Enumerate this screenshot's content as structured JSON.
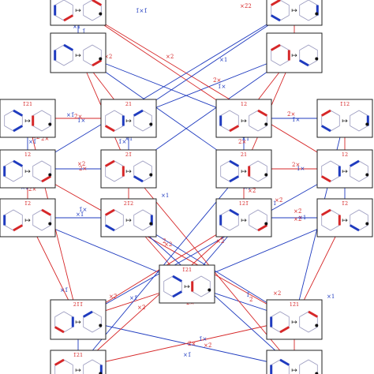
{
  "colors": {
    "red": "#d62728",
    "blue": "#1f3bbf",
    "frame": "#222222"
  },
  "nodes": [
    {
      "id": "top-left",
      "label": ""
    },
    {
      "id": "top-right",
      "label": ""
    },
    {
      "id": "upper-left",
      "label": ""
    },
    {
      "id": "upper-right",
      "label": ""
    },
    {
      "id": "r1-a",
      "label": "1̄21"
    },
    {
      "id": "r1-b",
      "label": "21"
    },
    {
      "id": "r1-c",
      "label": "12"
    },
    {
      "id": "r1-d",
      "label": "1̄12"
    },
    {
      "id": "r2-a",
      "label": "12"
    },
    {
      "id": "r2-b",
      "label": "21̄"
    },
    {
      "id": "r2-c",
      "label": "21"
    },
    {
      "id": "r2-d",
      "label": "12"
    },
    {
      "id": "r3-a",
      "label": "1̄2"
    },
    {
      "id": "r3-b",
      "label": "21̄2"
    },
    {
      "id": "r3-c",
      "label": "121̄"
    },
    {
      "id": "r3-d",
      "label": "1̄2"
    },
    {
      "id": "center",
      "label": "1̄21"
    },
    {
      "id": "low-left",
      "label": "21̄1̄"
    },
    {
      "id": "low-right",
      "label": "12̄1"
    },
    {
      "id": "bottom-left",
      "label": "1̄21"
    },
    {
      "id": "bottom-right",
      "label": ""
    }
  ],
  "edge_labels": [
    {
      "text": "1̄×1̄",
      "color": "blue"
    },
    {
      "text": "×2̄2",
      "color": "red"
    },
    {
      "text": "×1̄",
      "color": "blue"
    },
    {
      "text": "1̄",
      "color": "blue"
    },
    {
      "text": "×2",
      "color": "red"
    },
    {
      "text": "×2",
      "color": "red"
    },
    {
      "text": "×1",
      "color": "blue"
    },
    {
      "text": "2̄×",
      "color": "red"
    },
    {
      "text": "1̄×",
      "color": "blue"
    },
    {
      "text": "×1̄",
      "color": "blue"
    },
    {
      "text": "2̄×",
      "color": "red"
    },
    {
      "text": "1̄×",
      "color": "blue"
    },
    {
      "text": "2̄×",
      "color": "red"
    },
    {
      "text": "1̄×",
      "color": "blue"
    },
    {
      "text": "×2̄",
      "color": "red"
    },
    {
      "text": "×2̄",
      "color": "red"
    },
    {
      "text": "×1̄",
      "color": "blue"
    },
    {
      "text": "2×",
      "color": "red"
    },
    {
      "text": "1̄×",
      "color": "blue"
    },
    {
      "text": "×1",
      "color": "blue"
    },
    {
      "text": "×1̄",
      "color": "blue"
    },
    {
      "text": "2×",
      "color": "red"
    },
    {
      "text": "×2",
      "color": "red"
    },
    {
      "text": "2̄×",
      "color": "red"
    },
    {
      "text": "×1̄",
      "color": "blue"
    },
    {
      "text": "×2̄",
      "color": "red"
    },
    {
      "text": "2̄×",
      "color": "red"
    },
    {
      "text": "×1",
      "color": "blue"
    },
    {
      "text": "1×",
      "color": "blue"
    },
    {
      "text": "2×",
      "color": "red"
    },
    {
      "text": "×2",
      "color": "red"
    },
    {
      "text": "1̄×",
      "color": "blue"
    },
    {
      "text": "×1̄",
      "color": "blue"
    },
    {
      "text": "×2̄",
      "color": "red"
    },
    {
      "text": "×1",
      "color": "blue"
    },
    {
      "text": "×1",
      "color": "blue"
    },
    {
      "text": "×2",
      "color": "red"
    },
    {
      "text": "×2",
      "color": "red"
    },
    {
      "text": "×1̄",
      "color": "blue"
    },
    {
      "text": "×2̄",
      "color": "red"
    },
    {
      "text": "×1̄",
      "color": "blue"
    },
    {
      "text": "×2̄",
      "color": "red"
    },
    {
      "text": "2̄×",
      "color": "red"
    },
    {
      "text": "1̄",
      "color": "blue"
    },
    {
      "text": "2̄",
      "color": "red"
    },
    {
      "text": "×2",
      "color": "red"
    },
    {
      "text": "×1",
      "color": "blue"
    },
    {
      "text": "1̄×",
      "color": "blue"
    },
    {
      "text": "2̄×",
      "color": "red"
    },
    {
      "text": "×2̄",
      "color": "red"
    },
    {
      "text": "2̄",
      "color": "red"
    },
    {
      "text": "×2̄",
      "color": "red"
    },
    {
      "text": "1",
      "color": "blue"
    },
    {
      "text": "×1̄",
      "color": "blue"
    },
    {
      "text": "×2̄",
      "color": "red"
    }
  ],
  "map_symbol": "↦"
}
